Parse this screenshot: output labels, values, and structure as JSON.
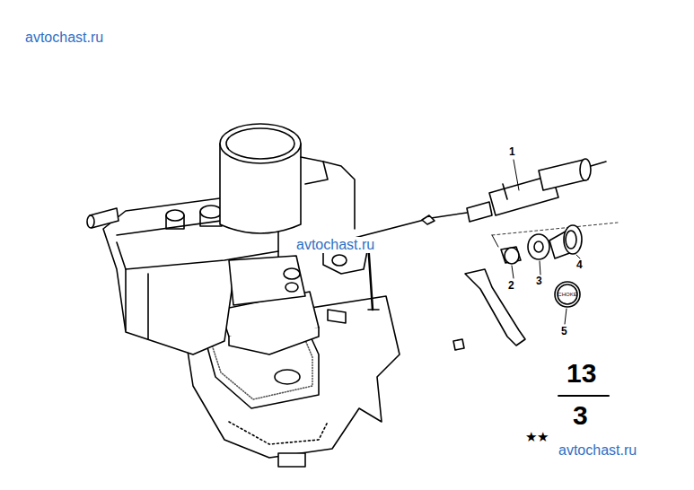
{
  "diagram": {
    "labels": [
      "avtochast.ru",
      "avtochast.ru",
      "avtochast.ru",
      "1",
      "2",
      "3",
      "4",
      "5",
      "CHOKE",
      "13",
      "3",
      "★★"
    ]
  }
}
